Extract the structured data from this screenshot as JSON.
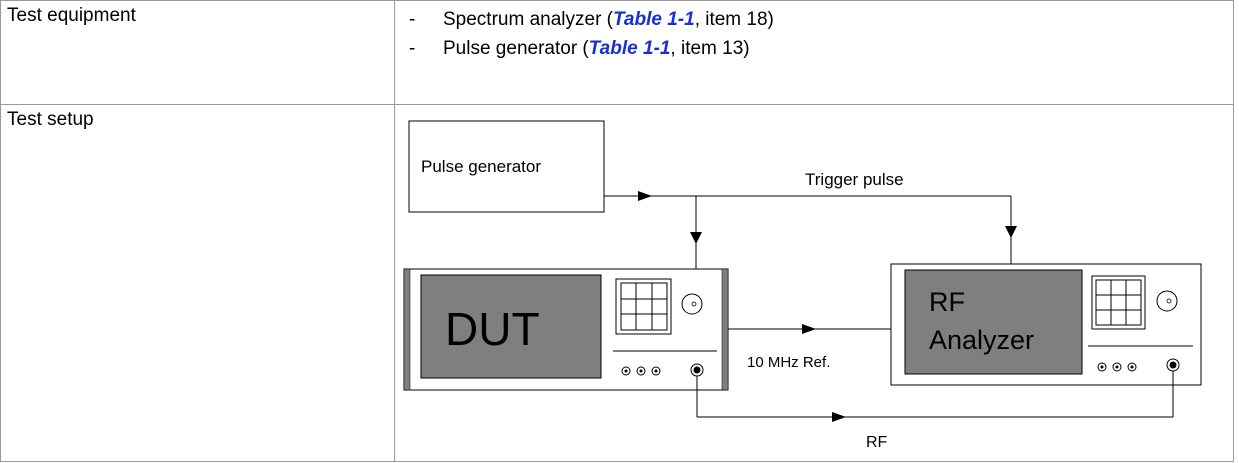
{
  "rows": {
    "equipment": {
      "label": "Test equipment",
      "items": [
        {
          "dash": "-",
          "name": "Spectrum analyzer (",
          "ref": "Table 1-1",
          "tail": ", item 18)"
        },
        {
          "dash": "-",
          "name": "Pulse generator (",
          "ref": "Table 1-1",
          "tail": ", item 13)"
        }
      ]
    },
    "setup": {
      "label": "Test setup",
      "diagram": {
        "pulse_generator": "Pulse generator",
        "trigger_pulse": "Trigger pulse",
        "dut": "DUT",
        "rf_analyzer_line1": "RF",
        "rf_analyzer_line2": "Analyzer",
        "ref_10mhz": "10 MHz Ref.",
        "rf": "RF"
      }
    }
  },
  "colors": {
    "link": "#1a2fd0",
    "screen": "#7f7f7f",
    "border": "#9a9a9a"
  }
}
